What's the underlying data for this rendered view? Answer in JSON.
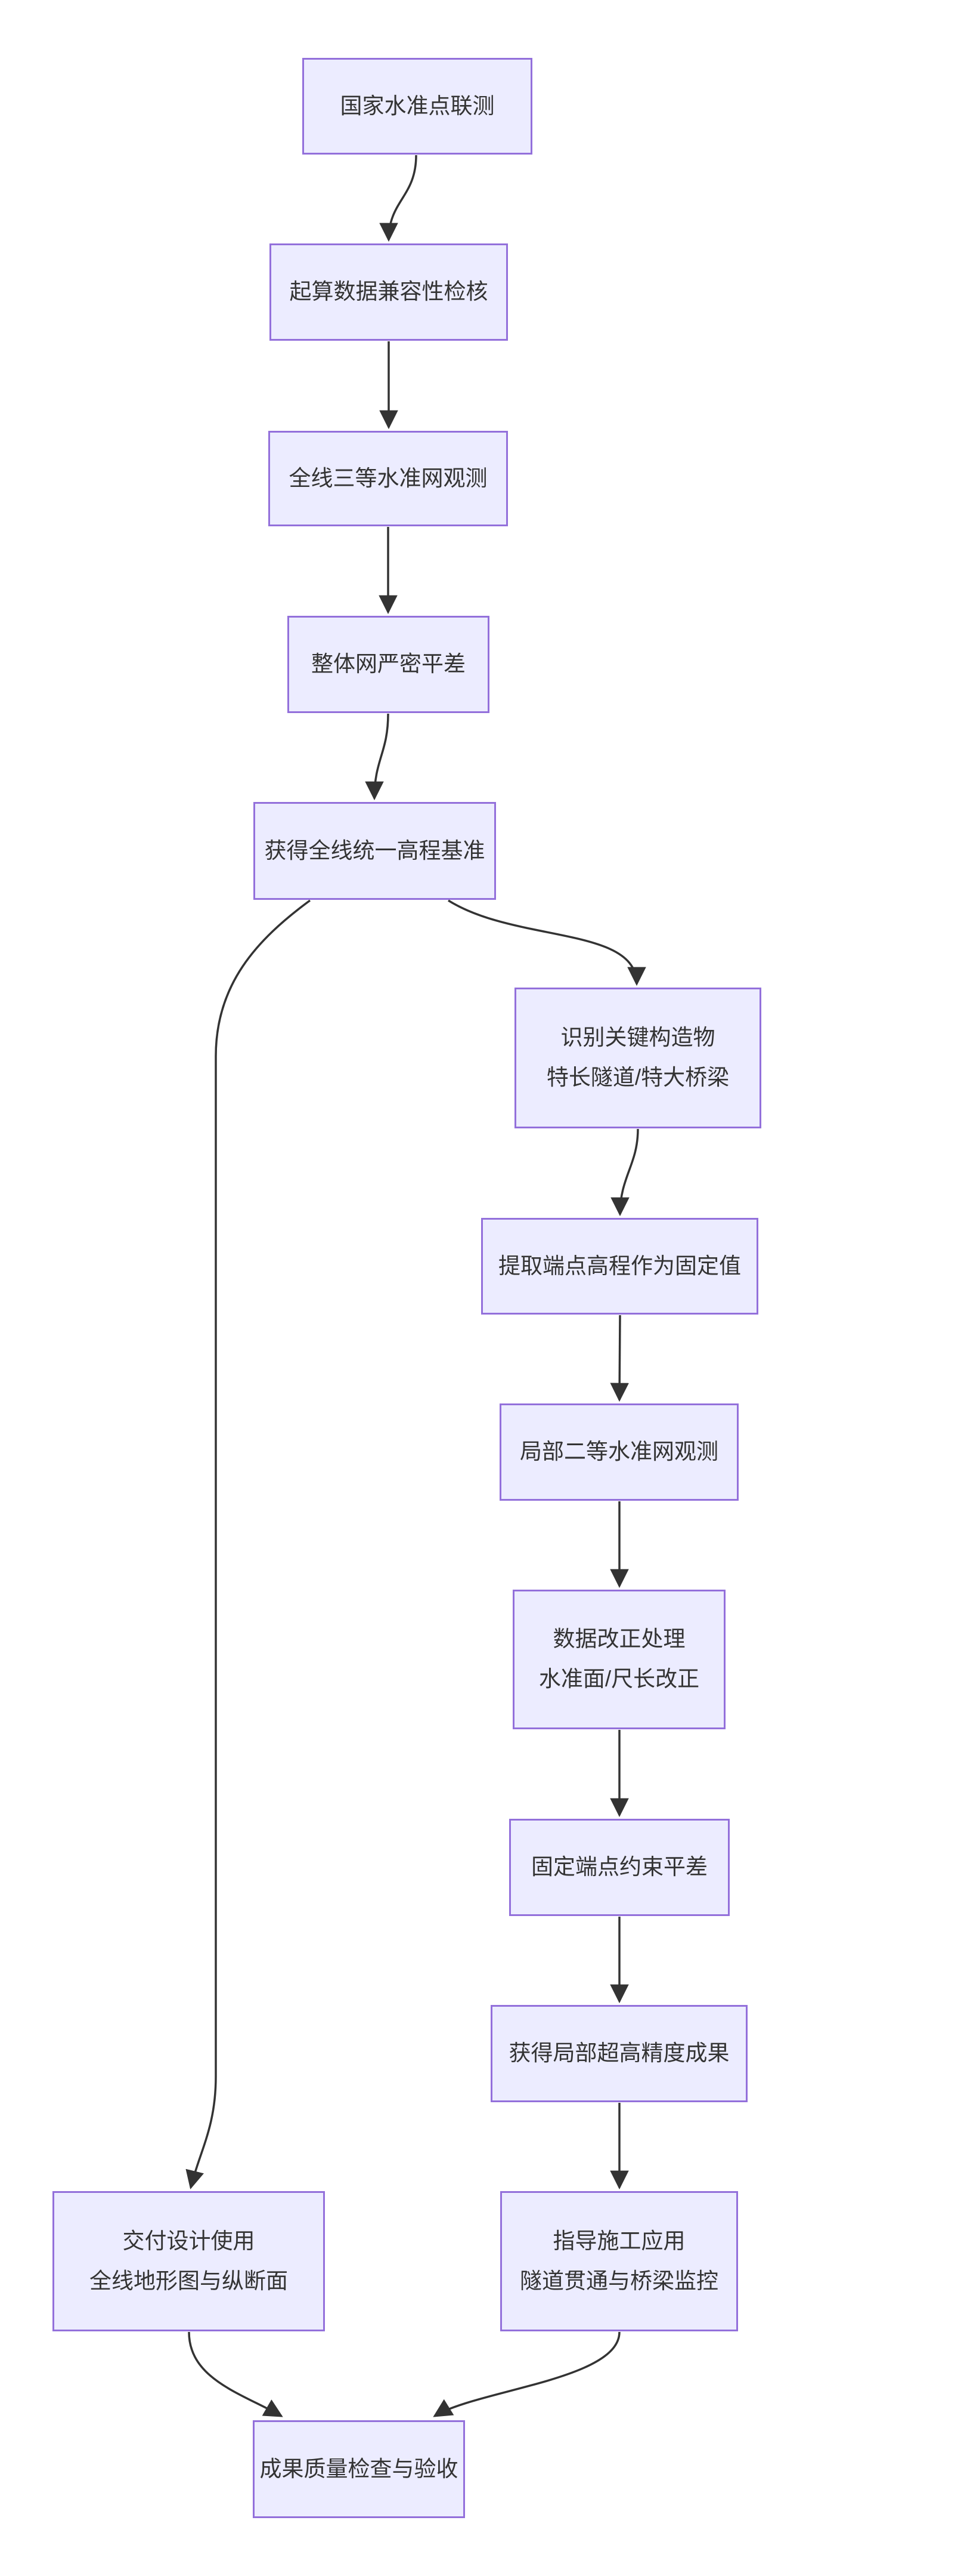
{
  "diagram": {
    "type": "flowchart",
    "direction": "top-bottom",
    "background": "#FFFFFF",
    "node_style": {
      "fill": "#ECECFF",
      "border": "#9370DB",
      "text_color": "#333333"
    },
    "edge_style": {
      "color": "#333333",
      "arrowhead": "filled-triangle"
    },
    "nodes": [
      {
        "id": "A",
        "lines": [
          "国家水准点联测"
        ]
      },
      {
        "id": "B",
        "lines": [
          "起算数据兼容性检核"
        ]
      },
      {
        "id": "C",
        "lines": [
          "全线三等水准网观测"
        ]
      },
      {
        "id": "D",
        "lines": [
          "整体网严密平差"
        ]
      },
      {
        "id": "E",
        "lines": [
          "获得全线统一高程基准"
        ]
      },
      {
        "id": "F",
        "lines": [
          "识别关键构造物",
          "特长隧道/特大桥梁"
        ]
      },
      {
        "id": "G",
        "lines": [
          "提取端点高程作为固定值"
        ]
      },
      {
        "id": "H",
        "lines": [
          "局部二等水准网观测"
        ]
      },
      {
        "id": "I",
        "lines": [
          "数据改正处理",
          "水准面/尺长改正"
        ]
      },
      {
        "id": "J",
        "lines": [
          "固定端点约束平差"
        ]
      },
      {
        "id": "K",
        "lines": [
          "获得局部超高精度成果"
        ]
      },
      {
        "id": "L",
        "lines": [
          "指导施工应用",
          "隧道贯通与桥梁监控"
        ]
      },
      {
        "id": "M",
        "lines": [
          "交付设计使用",
          "全线地形图与纵断面"
        ]
      },
      {
        "id": "N",
        "lines": [
          "成果质量检查与验收"
        ]
      }
    ],
    "edges": [
      {
        "from": "A",
        "to": "B"
      },
      {
        "from": "B",
        "to": "C"
      },
      {
        "from": "C",
        "to": "D"
      },
      {
        "from": "D",
        "to": "E"
      },
      {
        "from": "E",
        "to": "M"
      },
      {
        "from": "E",
        "to": "F"
      },
      {
        "from": "F",
        "to": "G"
      },
      {
        "from": "G",
        "to": "H"
      },
      {
        "from": "H",
        "to": "I"
      },
      {
        "from": "I",
        "to": "J"
      },
      {
        "from": "J",
        "to": "K"
      },
      {
        "from": "K",
        "to": "L"
      },
      {
        "from": "M",
        "to": "N"
      },
      {
        "from": "L",
        "to": "N"
      }
    ]
  }
}
